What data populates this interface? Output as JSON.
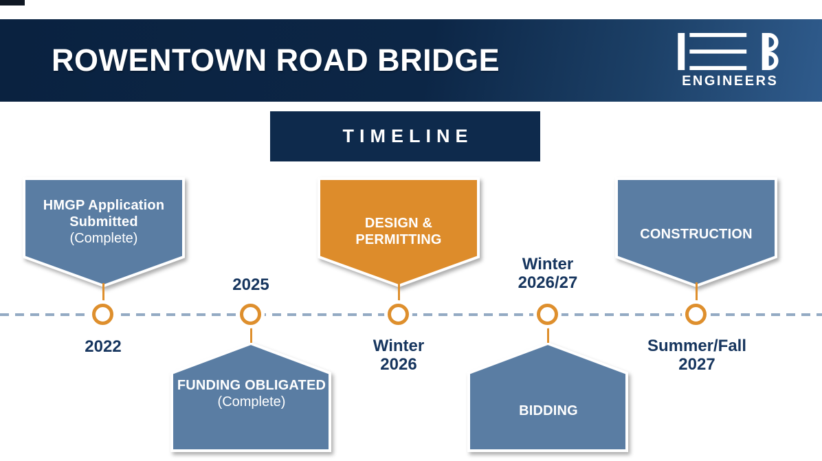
{
  "header": {
    "title": "ROWENTOWN ROAD BRIDGE",
    "logo_mark": "HEB",
    "logo_subtext": "ENGINEERS"
  },
  "timeline": {
    "heading": "TIMELINE",
    "milestones": [
      {
        "id": "hmgp-application",
        "line1": "HMGP Application",
        "line2": "Submitted",
        "status": "(Complete)",
        "date_line1": "2022",
        "date_line2": "",
        "position": "above-line",
        "fill": "#5a7da3"
      },
      {
        "id": "funding-obligated",
        "line1": "FUNDING OBLIGATED",
        "line2": "",
        "status": "(Complete)",
        "date_line1": "2025",
        "date_line2": "",
        "position": "below-line",
        "fill": "#5a7da3"
      },
      {
        "id": "design-permitting",
        "line1": "DESIGN &",
        "line2": "PERMITTING",
        "status": "",
        "date_line1": "Winter",
        "date_line2": "2026",
        "position": "above-line",
        "fill": "#dd8c2b"
      },
      {
        "id": "bidding",
        "line1": "BIDDING",
        "line2": "",
        "status": "",
        "date_line1": "Winter",
        "date_line2": "2026/27",
        "position": "below-line",
        "fill": "#5a7da3"
      },
      {
        "id": "construction",
        "line1": "CONSTRUCTION",
        "line2": "",
        "status": "",
        "date_line1": "Summer/Fall",
        "date_line2": "2027",
        "position": "above-line",
        "fill": "#5a7da3"
      }
    ]
  },
  "colors": {
    "banner_dark": "#0a2240",
    "banner_light": "#2f5b8c",
    "heading_box": "#0e2a4c",
    "marker_blue": "#5a7da3",
    "marker_orange": "#dd8c2b",
    "accent_orange": "#de8f2d",
    "axis_dash": "#93aac3",
    "date_text": "#16355e"
  }
}
